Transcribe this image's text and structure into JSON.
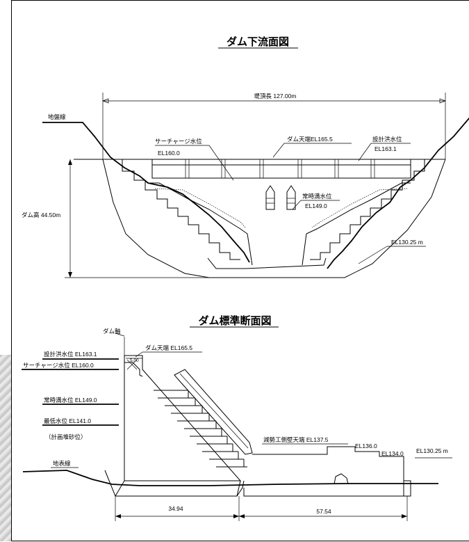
{
  "downstream": {
    "title": "ダム下流面図",
    "crest_length": "堤頂長 127.00m",
    "ground_line": "地盤線",
    "surcharge_label": "サーチャージ水位",
    "surcharge_el": "EL160.0",
    "crest_label": "ダム天端EL165.5",
    "design_flood_label": "設計洪水位",
    "design_flood_el": "EL163.1",
    "normal_label": "常時満水位",
    "normal_el": "EL149.0",
    "dam_height": "ダム高 44.50m",
    "foundation_el": "EL130.25 m"
  },
  "section": {
    "title": "ダム標準断面図",
    "dam_axis": "ダム軸",
    "crest": "ダム天端 EL165.5",
    "crest_width": "5.00",
    "design_flood": "設計洪水位 EL163.1",
    "surcharge": "サーチャージ水位 EL160.0",
    "normal": "常時満水位 EL149.0",
    "lowest": "最低水位 EL141.0",
    "sediment": "（計画堆砂位）",
    "ground": "地表線",
    "basin_wall": "減勢工側壁天端 EL137.5",
    "el136": "EL136.0",
    "el134": "EL134.0",
    "el130": "EL130.25 m",
    "base_width": "34.94",
    "apron_width": "57.54"
  }
}
